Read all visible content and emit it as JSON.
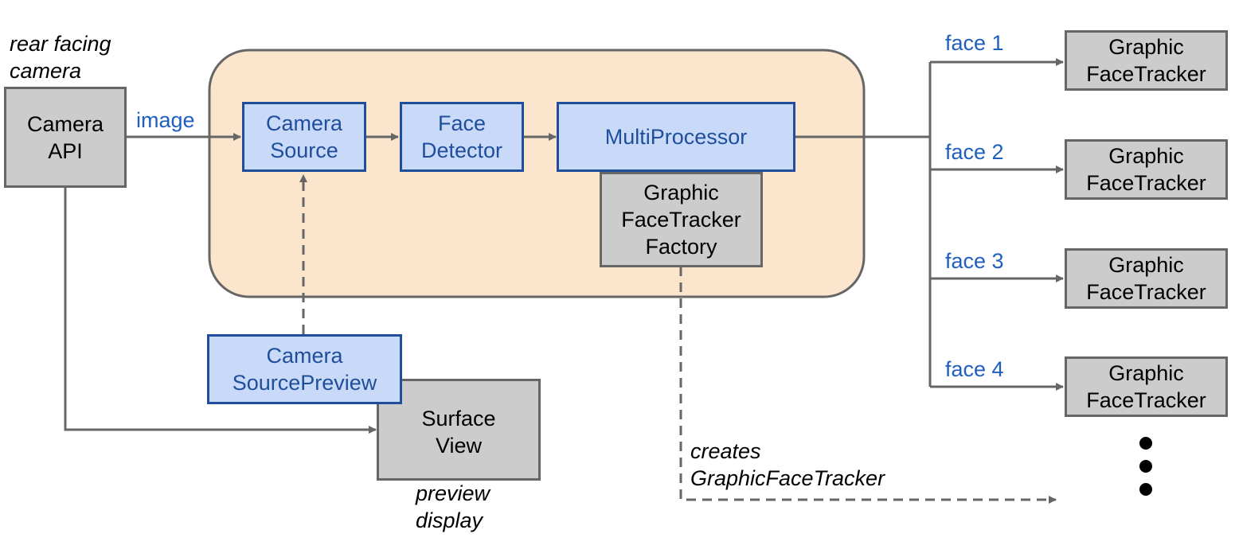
{
  "labels": {
    "camera_caption": [
      "rear facing",
      "camera"
    ],
    "image_label": "image",
    "creates_caption": [
      "creates",
      "GraphicFaceTracker"
    ],
    "preview_caption": [
      "preview",
      "display"
    ]
  },
  "nodes": {
    "camera_api": [
      "Camera",
      "API"
    ],
    "camera_source": [
      "Camera",
      "Source"
    ],
    "face_detector": [
      "Face",
      "Detector"
    ],
    "multiprocessor": [
      "MultiProcessor"
    ],
    "tracker_factory": [
      "Graphic",
      "FaceTracker",
      "Factory"
    ],
    "camera_source_preview": [
      "Camera",
      "SourcePreview"
    ],
    "surface_view": [
      "Surface",
      "View"
    ]
  },
  "faces": [
    {
      "label": "face 1",
      "tracker": [
        "Graphic",
        "FaceTracker"
      ]
    },
    {
      "label": "face 2",
      "tracker": [
        "Graphic",
        "FaceTracker"
      ]
    },
    {
      "label": "face 3",
      "tracker": [
        "Graphic",
        "FaceTracker"
      ]
    },
    {
      "label": "face 4",
      "tracker": [
        "Graphic",
        "FaceTracker"
      ]
    }
  ],
  "colors": {
    "pipeline_fill": "#fce5cd",
    "gray_node": "#cccccc",
    "blue_node": "#c9daf8",
    "blue_text": "#1f5fbf",
    "connector": "#666666"
  }
}
